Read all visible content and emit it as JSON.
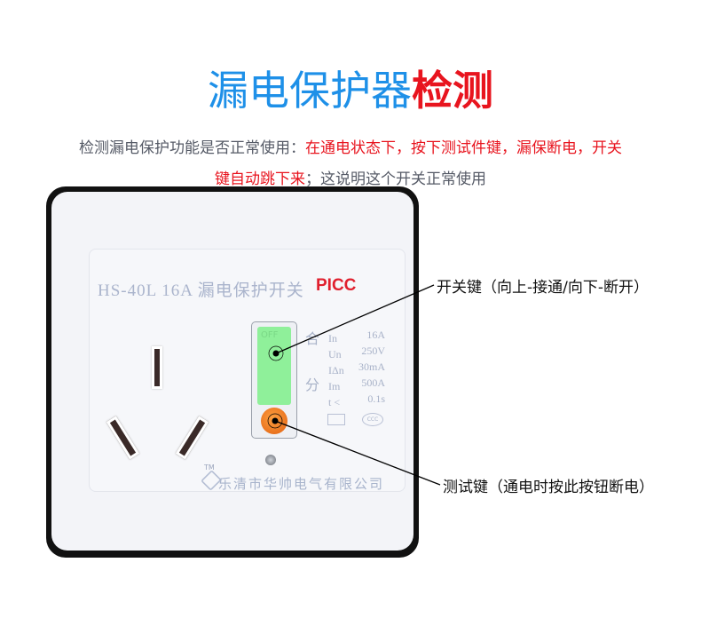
{
  "title": {
    "part1": "漏电保护器",
    "part2": "检测"
  },
  "description": {
    "line1_gray": "检测漏电保护功能是否正常使用：",
    "line1_red": "在通电状态下，按下测试件键，漏保断电，开关",
    "line2_red": "键自动跳下来",
    "line2_gray": "；这说明这个开关正常使用"
  },
  "device": {
    "model": "HS-40L 16A  漏电保护开关",
    "brand": "PICC",
    "toggle_text": "OFF",
    "on_label": "合",
    "off_label": "分",
    "specs": [
      {
        "name": "In",
        "value": "16A"
      },
      {
        "name": "Un",
        "value": "250V"
      },
      {
        "name": "IΔn",
        "value": "30mA"
      },
      {
        "name": "Im",
        "value": "500A"
      },
      {
        "name": "t <",
        "value": "0.1s"
      }
    ],
    "cert_mark": "CCC",
    "tm": "TM",
    "company": "乐清市华帅电气有限公司"
  },
  "callouts": {
    "switch_key": "开关键（向上-接通/向下-断开）",
    "test_key": "测试键（通电时按此按钮断电）"
  },
  "colors": {
    "blue": "#1e90e8",
    "red": "#e8141e",
    "green": "#8ff09a",
    "orange": "#f07a20"
  }
}
